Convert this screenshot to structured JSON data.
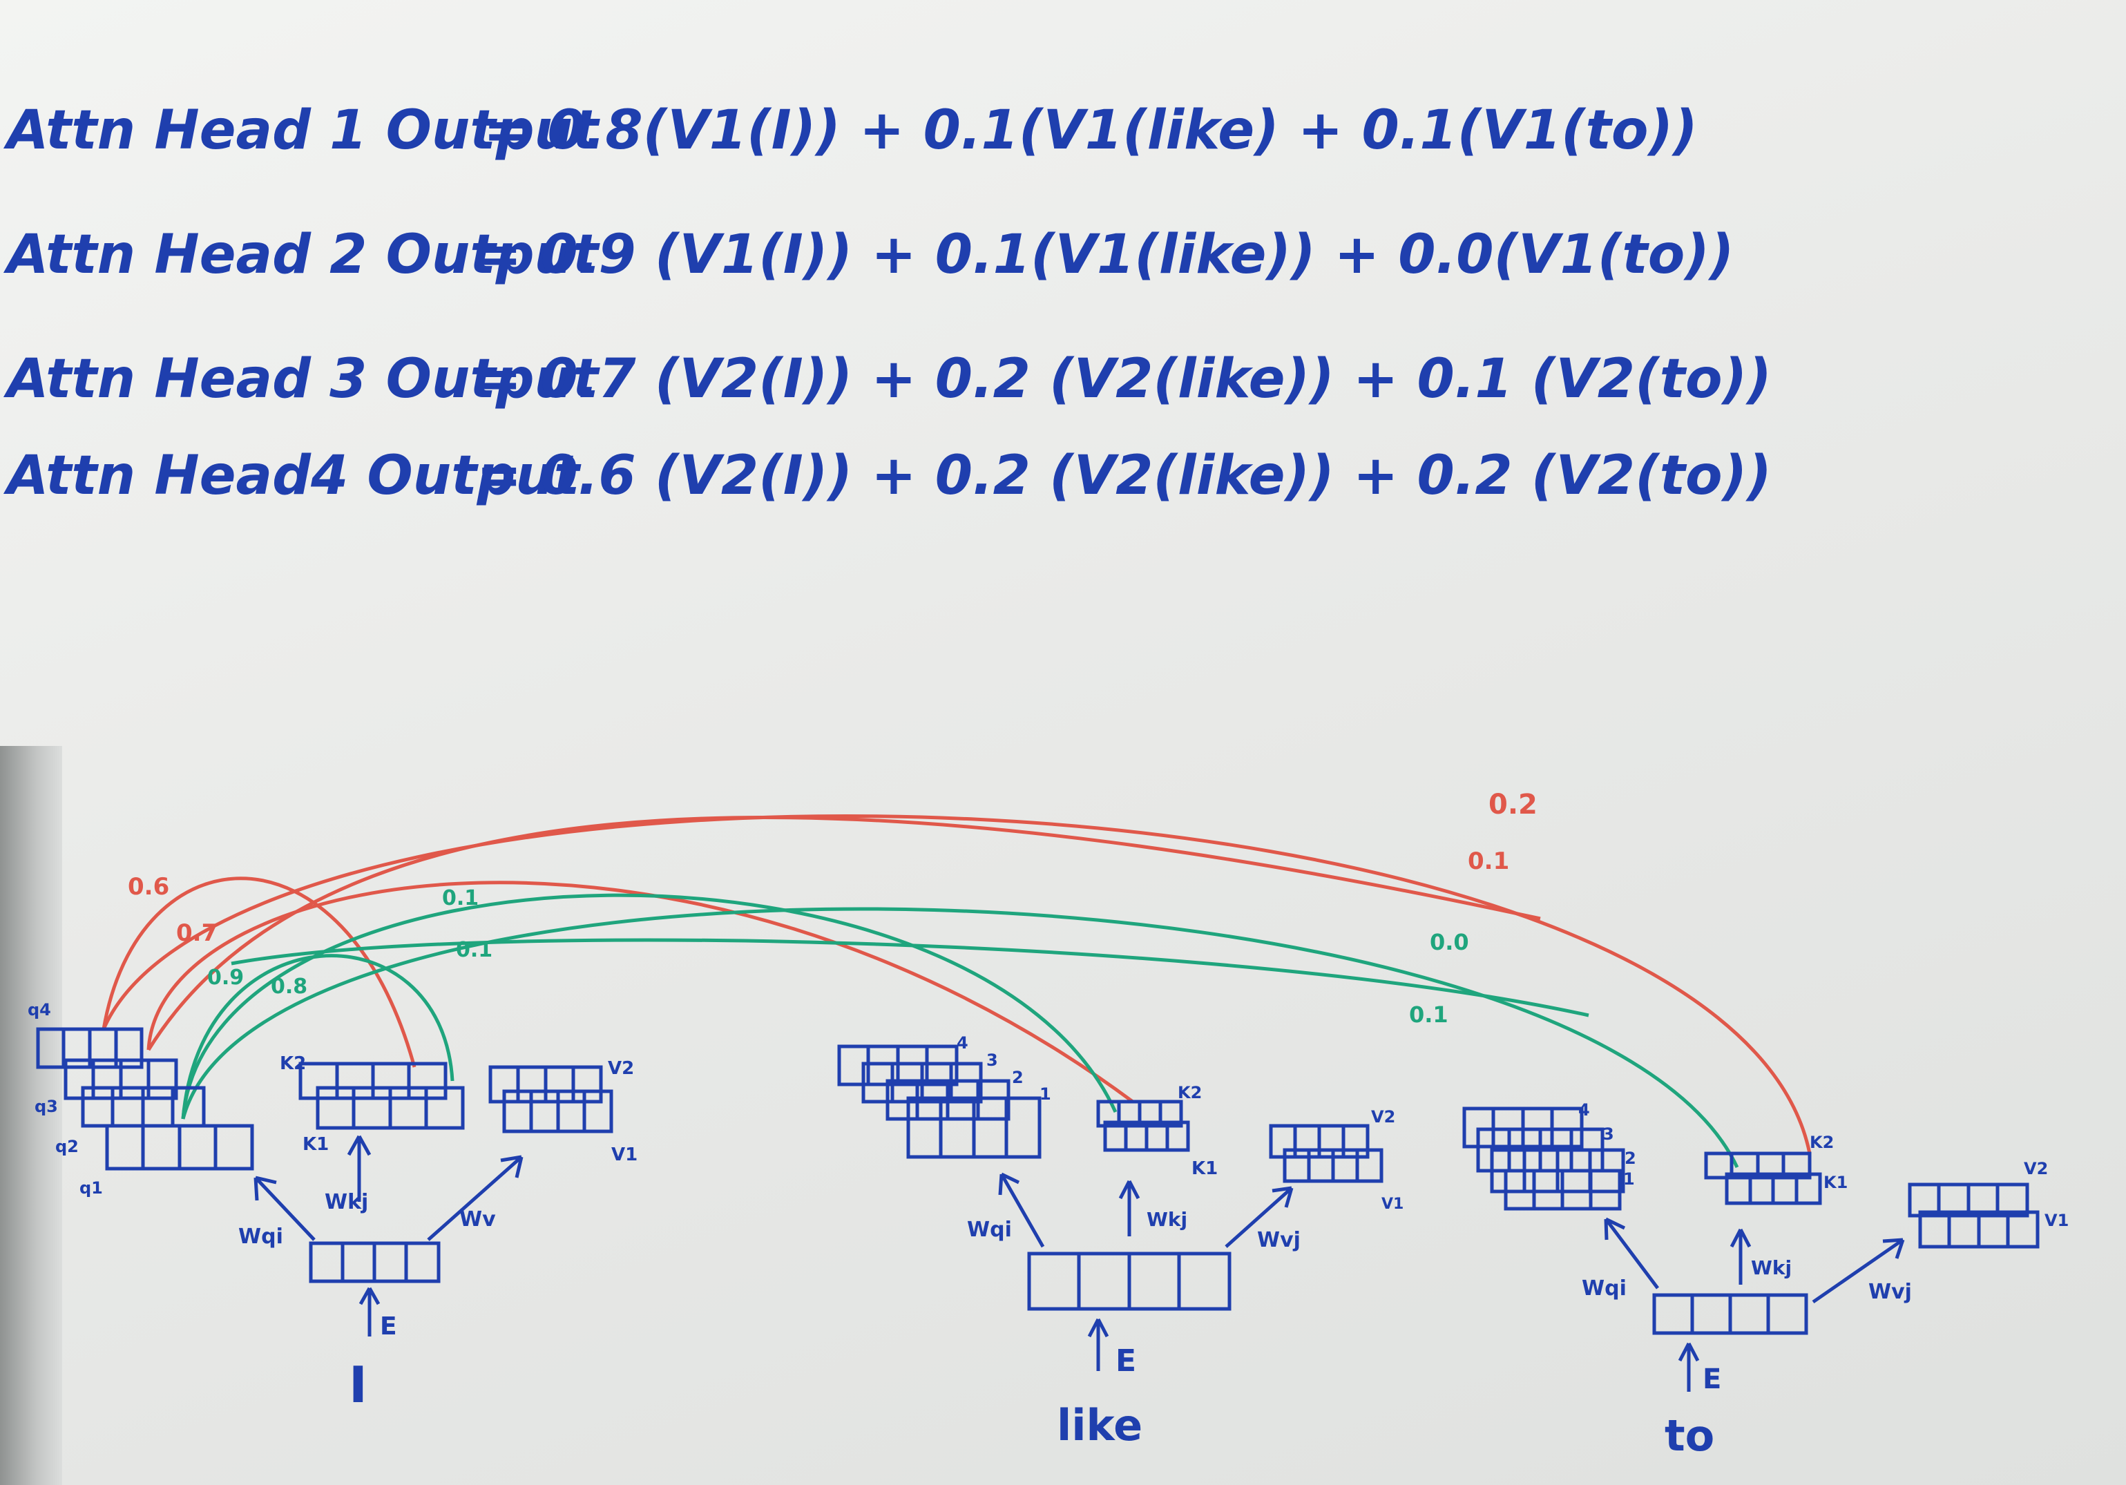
{
  "equations": [
    {
      "label": "Attn Head 1 Output",
      "rhs": "= 0.8(V1(I)) + 0.1(V1(like) + 0.1(V1(to))"
    },
    {
      "label": "Attn Head 2 Output",
      "rhs": "= 0.9 (V1(I)) + 0.1(V1(like)) + 0.0(V1(to))"
    },
    {
      "label": "Attn Head 3 Output",
      "rhs": "= 0.7 (V2(I)) + 0.2 (V2(like)) + 0.1 (V2(to))"
    },
    {
      "label": "Attn Head4 Output",
      "rhs": "= 0.6 (V2(I)) + 0.2 (V2(like)) + 0.2 (V2(to))"
    }
  ],
  "tokens": [
    {
      "word": "I",
      "embed": "E",
      "wq": "Wqi",
      "wk": "Wkj",
      "wv": "Wv",
      "q_labels": [
        "q4",
        "q3",
        "q2",
        "q1"
      ],
      "k_labels": [
        "K2",
        "K1"
      ],
      "v_labels": [
        "V2",
        "V1"
      ]
    },
    {
      "word": "like",
      "embed": "E",
      "wq": "Wqi",
      "wk": "Wkj",
      "wv": "Wvj",
      "q_labels": [
        "4",
        "3",
        "2",
        "1"
      ],
      "k_labels": [
        "K2",
        "K1"
      ],
      "v_labels": [
        "V2",
        "V1"
      ]
    },
    {
      "word": "to",
      "embed": "E",
      "wq": "Wqi",
      "wk": "Wkj",
      "wv": "Wvj",
      "q_labels": [
        "4",
        "3",
        "2",
        "1"
      ],
      "k_labels": [
        "K2",
        "K1"
      ],
      "v_labels": [
        "V2",
        "V1"
      ]
    }
  ],
  "attention_weights": {
    "red": [
      "0.6",
      "0.7",
      "0.2",
      "0.1"
    ],
    "green": [
      "0.9",
      "0.8",
      "0.1",
      "0.1",
      "0.0",
      "0.1"
    ]
  },
  "colors": {
    "marker_blue": "#1f3fae",
    "marker_red": "#e0584a",
    "marker_green": "#1fa57d",
    "board": "#eceeec"
  }
}
